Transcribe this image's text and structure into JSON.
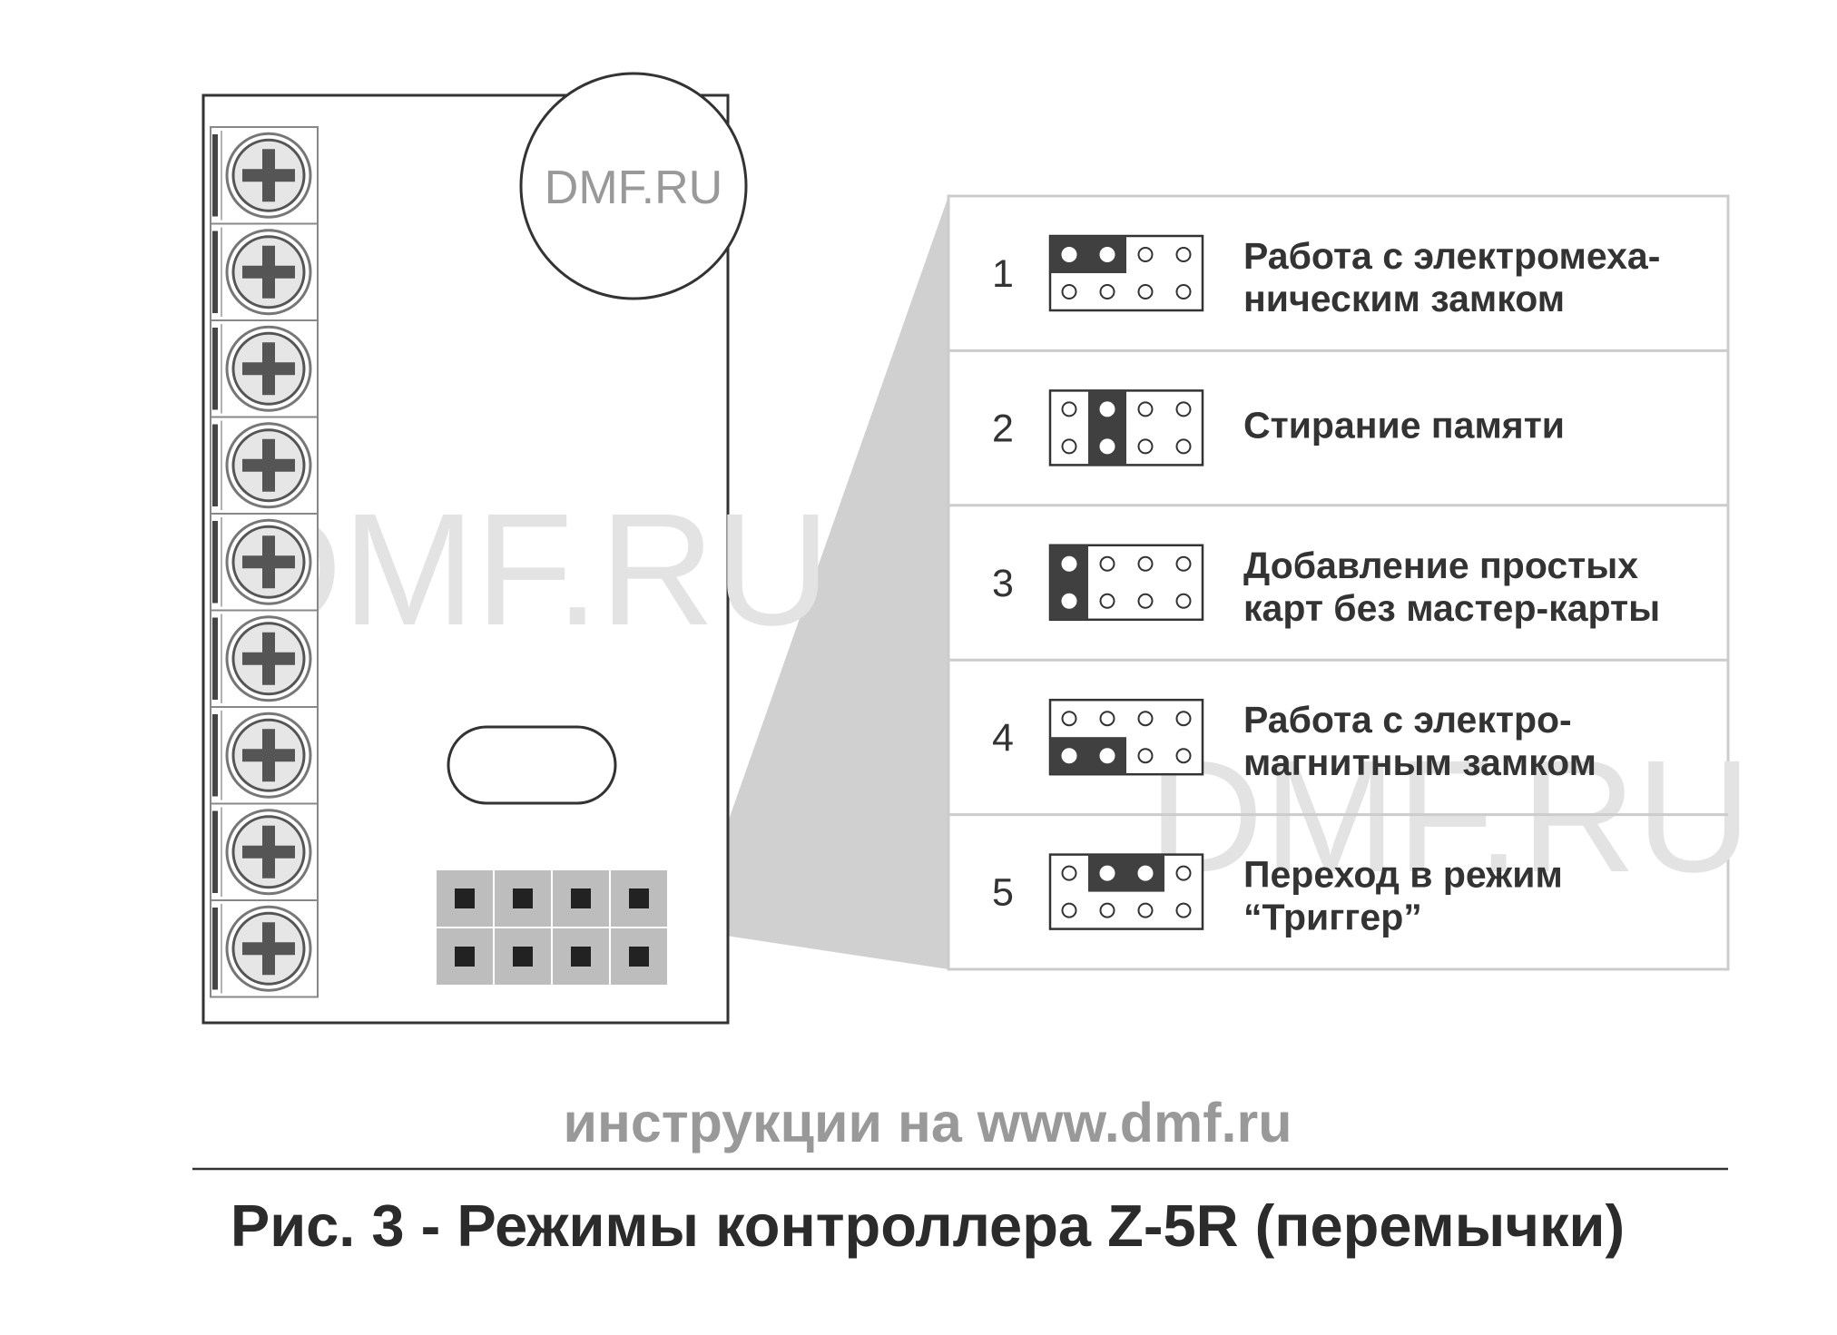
{
  "board": {
    "logo_text": "DMF.RU",
    "watermark_text": "DMF.RU",
    "terminal_count": 9,
    "header_columns": 4,
    "terminal_icon": "screw-terminal-icon"
  },
  "modes": [
    {
      "number": "1",
      "lines": [
        "Работа с электромеха-",
        "ническим замком"
      ]
    },
    {
      "number": "2",
      "lines": [
        "Стирание памяти"
      ]
    },
    {
      "number": "3",
      "lines": [
        "Добавление простых",
        "карт без мастер-карты"
      ]
    },
    {
      "number": "4",
      "lines": [
        "Работа с электро-",
        "магнитным замком"
      ]
    },
    {
      "number": "5",
      "lines": [
        "Переход в режим",
        "“Триггер”"
      ]
    }
  ],
  "panel": {
    "watermark_text": "DMF.RU"
  },
  "footer": {
    "link_text": "инструкции на www.dmf.ru",
    "caption": "Рис. 3 - Режимы контроллера Z-5R (перемычки)"
  },
  "colors": {
    "jumper_fill": "#404040",
    "pin_header_fill": "#bdbdbd",
    "pin_fill": "#222222",
    "zoom_fill": "#d0d0d0",
    "watermark": "#e3e3e3"
  }
}
